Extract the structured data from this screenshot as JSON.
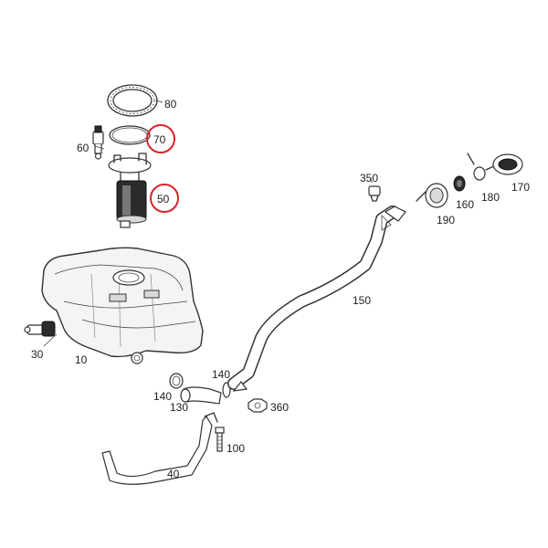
{
  "diagram": {
    "highlight_color": "#d8232a",
    "callouts": {
      "c10": "10",
      "c30": "30",
      "c40": "40",
      "c50": "50",
      "c60": "60",
      "c70": "70",
      "c80": "80",
      "c100": "100",
      "c130": "130",
      "c140a": "140",
      "c140b": "140",
      "c150": "150",
      "c160": "160",
      "c170": "170",
      "c180": "180",
      "c190": "190",
      "c350": "350",
      "c360": "360"
    },
    "highlighted_callouts": [
      "50",
      "70"
    ]
  }
}
